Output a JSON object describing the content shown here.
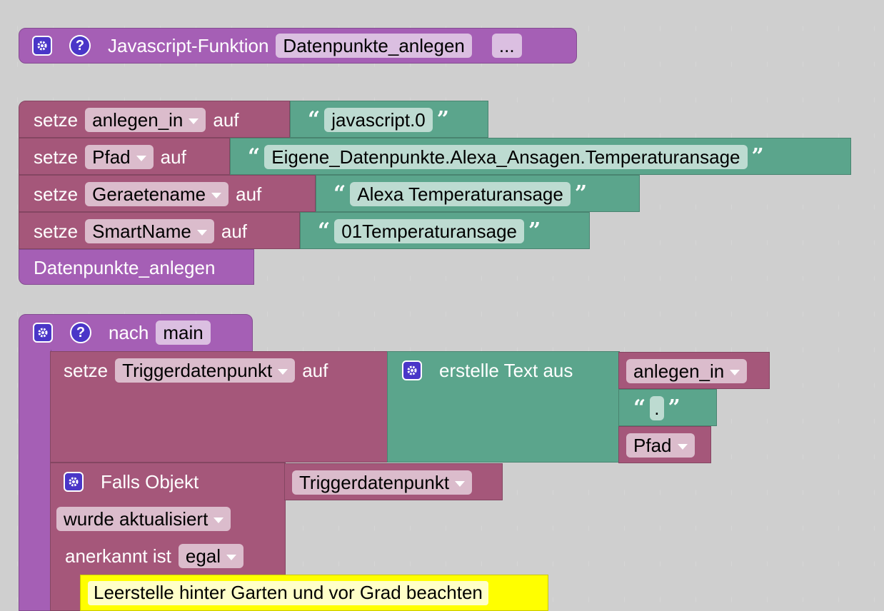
{
  "func_block": {
    "label": "Javascript-Funktion",
    "name": "Datenpunkte_anlegen",
    "params": "..."
  },
  "setze_label": "setze",
  "auf_label": "auf",
  "assignments": [
    {
      "var": "anlegen_in",
      "value": "javascript.0"
    },
    {
      "var": "Pfad",
      "value": "Eigene_Datenpunkte.Alexa_Ansagen.Temperaturansage"
    },
    {
      "var": "Geraetename",
      "value": "Alexa Temperaturansage"
    },
    {
      "var": "SmartName",
      "value": "01Temperaturansage"
    }
  ],
  "call_block": {
    "label": "Datenpunkte_anlegen"
  },
  "nach_block": {
    "label": "nach",
    "name": "main"
  },
  "trigger_assign": {
    "var": "Triggerdatenpunkt",
    "text_label": "erstelle Text aus",
    "parts": [
      "anlegen_in",
      ".",
      "Pfad"
    ]
  },
  "falls_block": {
    "label": "Falls Objekt",
    "object": "Triggerdatenpunkt",
    "event": "wurde aktualisiert",
    "ack_label": "anerkannt ist",
    "ack_value": "egal"
  },
  "comment": {
    "text": "Leerstelle hinter Garten und vor Grad beachten"
  },
  "icons": {
    "gear": "gear-icon",
    "help": "help-icon",
    "dropdown": "chevron-down-icon",
    "quote_open": "“",
    "quote_close": "”"
  },
  "colors": {
    "purple": "#a55fb5",
    "maroon": "#a5577a",
    "green": "#5ba58c",
    "icon_blue": "#4a36c8",
    "comment": "#ffff00"
  }
}
